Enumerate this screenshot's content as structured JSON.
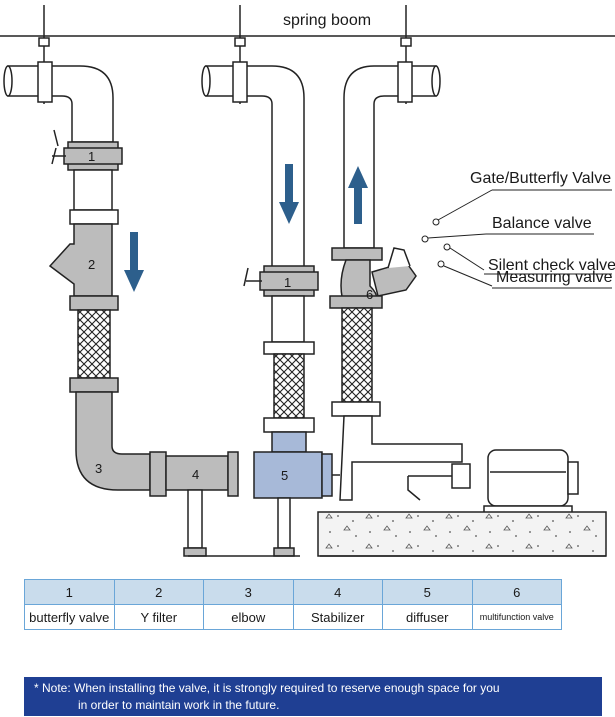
{
  "diagram": {
    "header_label": "spring boom",
    "callouts": [
      {
        "text": "Gate/Butterfly Valve"
      },
      {
        "text": "Balance valve"
      },
      {
        "text": "Silent check valve"
      },
      {
        "text": "Measuring valve"
      }
    ],
    "component_numbers": [
      "1",
      "2",
      "3",
      "4",
      "1",
      "5",
      "6"
    ],
    "colors": {
      "pipe_outline": "#222222",
      "pipe_fill": "#bcbcbc",
      "diffuser_fill": "#a7b9d8",
      "flow_arrow": "#2d5f8c",
      "ground_fill": "#f3f3f3"
    }
  },
  "legend": {
    "numbers": [
      "1",
      "2",
      "3",
      "4",
      "5",
      "6"
    ],
    "names": [
      "butterfly valve",
      "Y filter",
      "elbow",
      "Stabilizer",
      "diffuser",
      "multifunction valve"
    ]
  },
  "note": {
    "line1": "* Note: When installing the valve, it is strongly required to reserve enough space for you",
    "line2": "in order to maintain work in the future."
  }
}
